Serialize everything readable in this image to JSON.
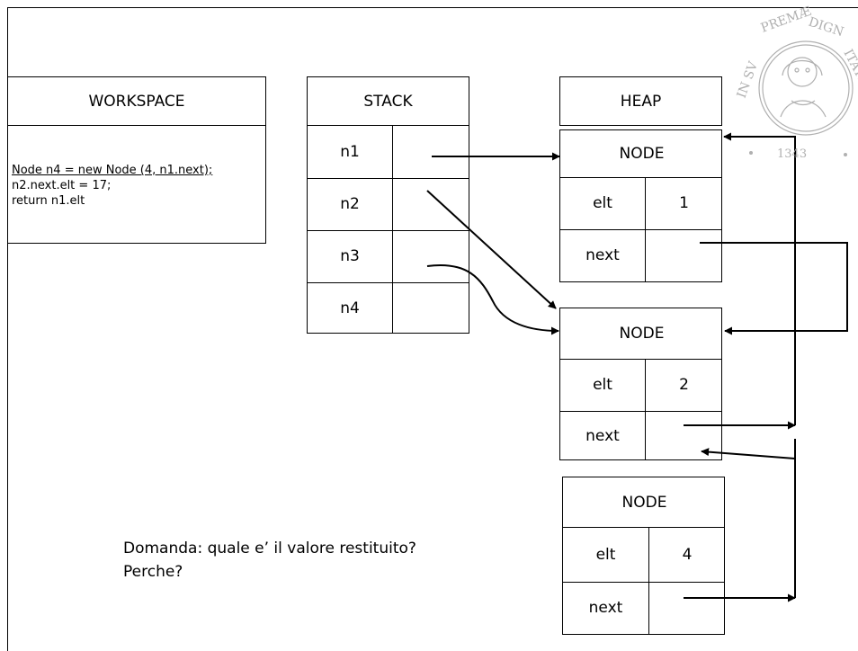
{
  "workspace": {
    "title": "WORKSPACE",
    "code_lines": [
      "Node n4 = new Node (4, n1.next);",
      "n2.next.elt = 17;",
      "return n1.elt"
    ]
  },
  "stack": {
    "title": "STACK",
    "vars": [
      "n1",
      "n2",
      "n3",
      "n4"
    ]
  },
  "heap": {
    "title": "HEAP",
    "nodes": [
      {
        "header": "NODE",
        "elt_label": "elt",
        "elt_value": "1",
        "next_label": "next"
      },
      {
        "header": "NODE",
        "elt_label": "elt",
        "elt_value": "2",
        "next_label": "next"
      },
      {
        "header": "NODE",
        "elt_label": "elt",
        "elt_value": "4",
        "next_label": "next"
      }
    ]
  },
  "question": {
    "line1": "Domanda: quale e’ il valore restituito?",
    "line2": "Perche?"
  },
  "seal": {
    "text": "IN SUPREMAE DIGNITATIS",
    "year": "1343"
  }
}
